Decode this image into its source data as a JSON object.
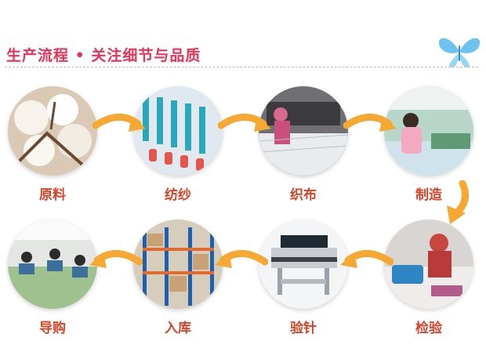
{
  "header": {
    "title": "生产流程 • 关注细节与品质",
    "logo_icon": "butterfly-icon"
  },
  "steps": [
    {
      "label": "原料"
    },
    {
      "label": "纺纱"
    },
    {
      "label": "织布"
    },
    {
      "label": "制造"
    },
    {
      "label": "检验"
    },
    {
      "label": "验针"
    },
    {
      "label": "入库"
    },
    {
      "label": "导购"
    }
  ],
  "colors": {
    "title": "#e8335a",
    "label": "#d6452a",
    "arrow": "#f5a832",
    "butterfly": "#5cb8e8"
  }
}
